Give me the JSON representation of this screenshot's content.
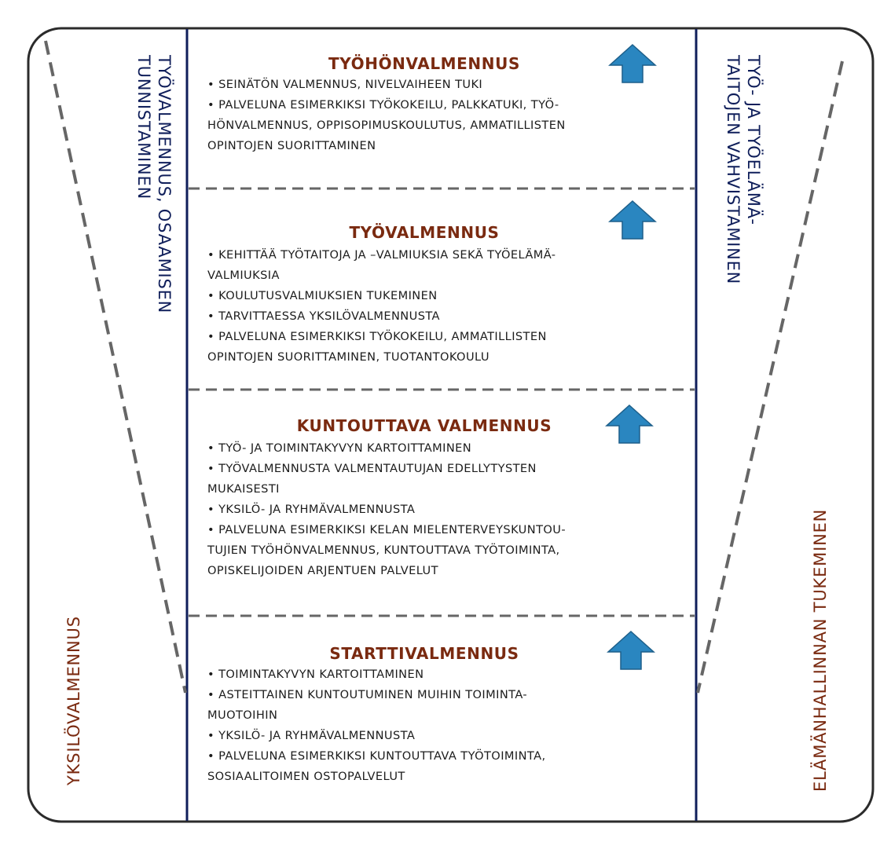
{
  "colors": {
    "navy": "#0f1e5a",
    "title_brown": "#7a2a10",
    "dash_gray": "#666666",
    "arrow_blue": "#2a86c0"
  },
  "left_column": {
    "lines": [
      "TYÖVALMENNUS, OSAAMISEN",
      "TUNNISTAMINEN"
    ],
    "bottom_label": "YKSILÖVALMENNUS"
  },
  "right_column": {
    "lines": [
      "TYÖ- JA TYÖELÄMÄ-",
      "TAITOJEN VAHVISTAMINEN"
    ],
    "bottom_label": "ELÄMÄNHALLINNAN TUKEMINEN"
  },
  "sections": [
    {
      "title": "TYÖHÖNVALMENNUS",
      "icon": "arrow-up-icon",
      "bullets": [
        "SEINÄTÖN VALMENNUS, NIVELVAIHEEN TUKI",
        "PALVELUNA ESIMERKIKSI TYÖKOKEILU, PALKKATUKI, TYÖ-",
        "HÖNVALMENNUS, OPPISOPIMUSKOULUTUS, AMMATILLISTEN",
        "OPINTOJEN SUORITTAMINEN"
      ]
    },
    {
      "title": "TYÖVALMENNUS",
      "icon": "arrow-up-icon",
      "bullets": [
        "KEHITTÄÄ TYÖTAITOJA JA –VALMIUKSIA SEKÄ TYÖELÄMÄ-",
        "VALMIUKSIA",
        "KOULUTUSVALMIUKSIEN TUKEMINEN",
        "TARVITTAESSA YKSILÖVALMENNUSTA",
        "PALVELUNA ESIMERKIKSI TYÖKOKEILU, AMMATILLISTEN",
        "OPINTOJEN SUORITTAMINEN, TUOTANTOKOULU"
      ]
    },
    {
      "title": "KUNTOUTTAVA VALMENNUS",
      "icon": "arrow-up-icon",
      "bullets": [
        "TYÖ- JA TOIMINTAKYVYN KARTOITTAMINEN",
        "TYÖVALMENNUSTA VALMENTAUTUJAN EDELLYTYSTEN",
        "MUKAISESTI",
        "YKSILÖ- JA RYHMÄVALMENNUSTA",
        "PALVELUNA ESIMERKIKSI KELAN MIELENTERVEYSKUNTOU-",
        "TUJIEN TYÖHÖNVALMENNUS, KUNTOUTTAVA TYÖTOIMINTA,",
        "OPISKELIJOIDEN ARJENTUEN PALVELUT"
      ]
    },
    {
      "title": "STARTTIVALMENNUS",
      "icon": "arrow-up-icon",
      "bullets": [
        "TOIMINTAKYVYN KARTOITTAMINEN",
        "ASTEITTAINEN KUNTOUTUMINEN MUIHIN TOIMINTA-",
        "MUOTOIHIN",
        "YKSILÖ- JA RYHMÄVALMENNUSTA",
        "PALVELUNA ESIMERKIKSI KUNTOUTTAVA TYÖTOIMINTA,",
        "SOSIAALITOIMEN OSTOPALVELUT"
      ]
    }
  ]
}
